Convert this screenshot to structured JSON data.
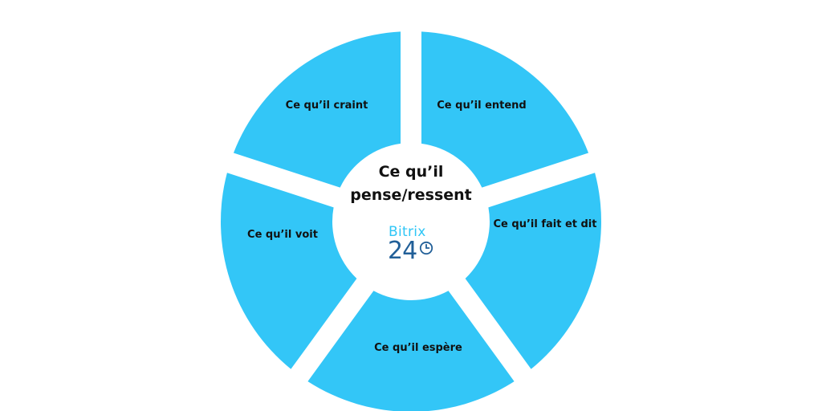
{
  "segments": [
    {
      "id": "craint",
      "label": "Ce qu’il craint"
    },
    {
      "id": "entend",
      "label": "Ce qu’il entend"
    },
    {
      "id": "fait_dit",
      "label": "Ce qu’il fait et dit"
    },
    {
      "id": "espere",
      "label": "Ce qu’il espère"
    },
    {
      "id": "voit",
      "label": "Ce qu’il voit"
    }
  ],
  "center": {
    "title_line1": "Ce qu’il",
    "title_line2": "pense/ressent"
  },
  "logo": {
    "brand": "Bitrix",
    "number": "24",
    "icon": "clock-icon"
  },
  "colors": {
    "segment_fill": "#33c6f7",
    "background": "#ffffff",
    "logo_brand": "#2fc6f6",
    "logo_number": "#215f98"
  }
}
